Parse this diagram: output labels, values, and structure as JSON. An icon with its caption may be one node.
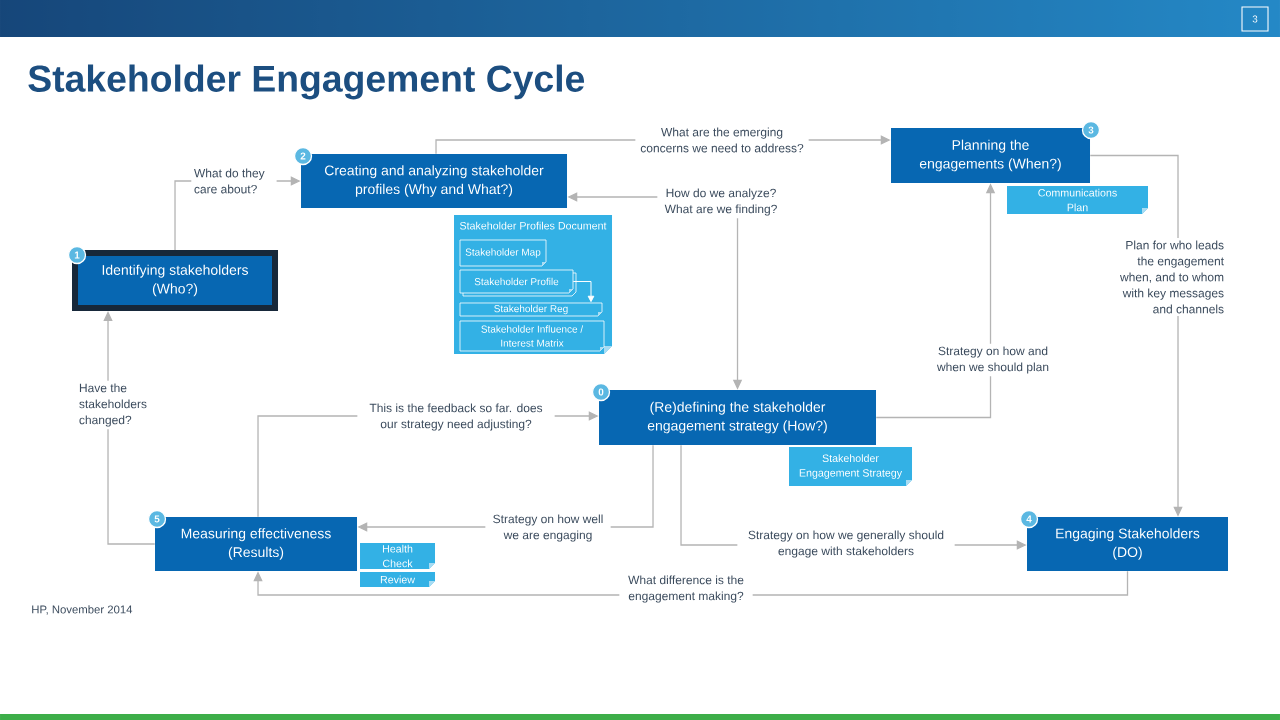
{
  "diagram": {
    "title": "Stakeholder Engagement Cycle",
    "nodes": [
      {
        "text": [
          "3",
          "Planning the engagements (When?)"
        ]
      },
      {
        "text": [
          "2",
          "Creating and analyzing stakeholder profiles (Why and What?)"
        ]
      },
      {
        "text": [
          "Communications Plan"
        ]
      },
      {
        "text": [
          "Stakeholder Profiles Document"
        ]
      },
      {
        "text": [
          "Stakeholder Map"
        ],
        "in": 3
      },
      {
        "text": [
          "Stakeholder Profile"
        ],
        "in": 3
      },
      {
        "text": [
          "Stakeholder Reg"
        ],
        "in": 3
      },
      {
        "text": [
          "Stakeholder Influence / Interest Matrix"
        ],
        "in": 3
      },
      {
        "text": [
          "1",
          "Identifying stakeholders (Who?)"
        ]
      },
      {
        "text": [
          "0",
          "(Re)defining the stakeholder engagement strategy (How?)"
        ]
      },
      {
        "text": [
          "Stakeholder Engagement Strategy"
        ]
      },
      {
        "text": [
          "5",
          "Measuring effectiveness (Results)"
        ]
      },
      {
        "text": [
          "Health Check"
        ]
      },
      {
        "text": [
          "Review"
        ]
      },
      {
        "text": [
          "4",
          "Engaging Stakeholders (DO)"
        ]
      }
    ],
    "edges": [
      {
        "from": 8,
        "to": 1,
        "arrow": "to",
        "label": "What do they care about?"
      },
      {
        "from": 1,
        "to": 0,
        "arrow": "to",
        "label": "What are the emerging concerns we need to address?"
      },
      {
        "from": 1,
        "to": 9,
        "arrow": "both",
        "label": "How do we analyze? What are we finding?"
      },
      {
        "from": 5,
        "to": 6,
        "arrow": "to",
        "color": "#ffffff"
      },
      {
        "from": 9,
        "to": 0,
        "arrow": "to",
        "label": "Strategy on how and when we should plan"
      },
      {
        "from": 0,
        "to": 14,
        "arrow": "to",
        "label": "Plan for who leads the engagement when, and to whom with key messages and channels"
      },
      {
        "from": 11,
        "to": 8,
        "arrow": "to",
        "label": "Have the stakeholders changed?"
      },
      {
        "from": 11,
        "to": 9,
        "arrow": "to",
        "label": "This is the feedback so far. does our strategy need adjusting?"
      },
      {
        "from": 9,
        "to": 11,
        "arrow": "to",
        "label": "Strategy on how well we are engaging"
      },
      {
        "from": 9,
        "to": 14,
        "arrow": "to",
        "label": "Strategy on how we generally should engage with stakeholders"
      },
      {
        "from": 14,
        "to": 11,
        "arrow": "to",
        "label": "What difference is the engagement making?"
      }
    ],
    "labels": [
      "3",
      "HP, November 2014"
    ]
  }
}
